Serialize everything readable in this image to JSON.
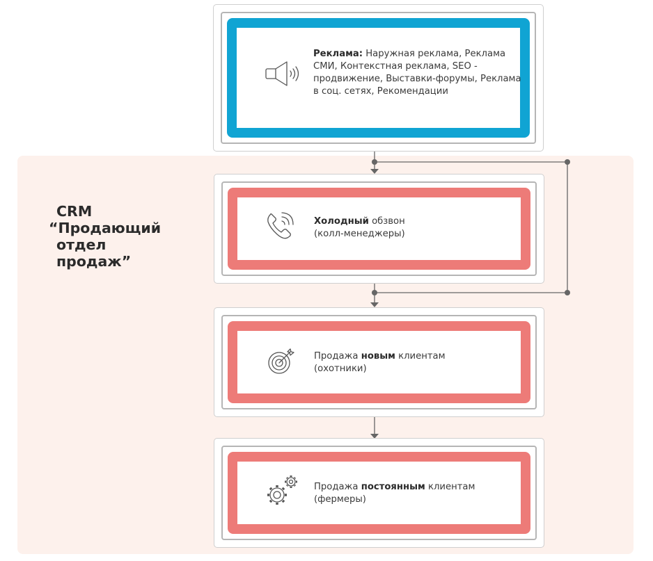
{
  "crm": {
    "line1": "CRM",
    "line2": "“Продающий",
    "line3": "отдел",
    "line4": "продаж”"
  },
  "colors": {
    "blue": "#10a4d3",
    "red": "#ed7b78",
    "background": "#fdf1ec"
  },
  "boxes": [
    {
      "icon": "megaphone-icon",
      "bold": "Реклама:",
      "text": " Наружная реклама, Реклама СМИ, Контекстная реклама, SEO - продвижение, Выставки-форумы, Реклама в соц. сетях, Рекомендации"
    },
    {
      "icon": "phone-call-icon",
      "bold": "Холодный",
      "text": " обзвон",
      "text2": "(колл-менеджеры)"
    },
    {
      "icon": "target-icon",
      "pre": "Продажа ",
      "bold": "новым",
      "text": " клиентам",
      "text2": "(охотники)"
    },
    {
      "icon": "gears-icon",
      "pre": "Продажа ",
      "bold": "постоянным",
      "text": " клиентам",
      "text2": "(фермеры)"
    }
  ]
}
